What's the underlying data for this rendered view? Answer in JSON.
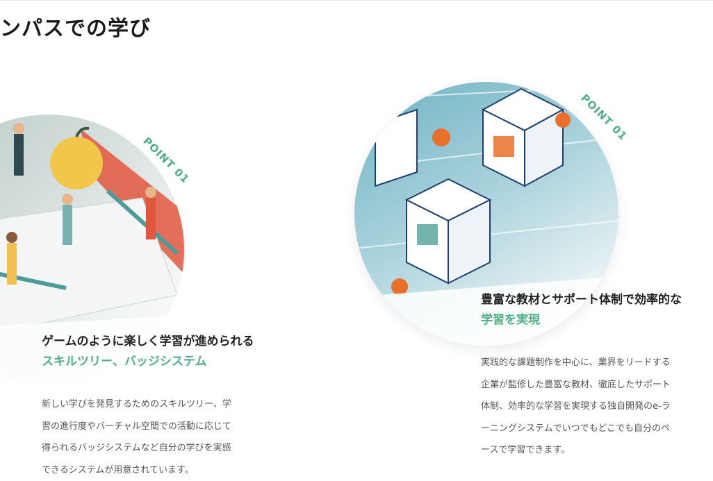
{
  "page_title": "ンパスでの学び",
  "cards": [
    {
      "point_label": "POINT 01",
      "heading": "ゲームのように楽しく学習が進められる",
      "heading_accent": "スキルツリー、バッジシステム",
      "body_lines": [
        "新しい学びを発見するためのスキルツリー、学",
        "習の進行度やバーチャル空間での活動に応じて",
        "得られるバッジシステムなど自分の学びを実感",
        "できるシステムが用意されています。"
      ]
    },
    {
      "point_label": "POINT 01",
      "heading": "豊富な教材とサポート体制で効率的な",
      "heading_accent": "学習を実現",
      "body_lines": [
        "実践的な課題制作を中心に、業界をリードする",
        "企業が監修した豊富な教材、徹底したサポート",
        "体制、効率的な学習を実現する独自開発のe-ラ",
        "ーニングシステムでいつでもどこでも自分のペ",
        "ースで学習できます。"
      ]
    }
  ],
  "colors": {
    "accent": "#4fae84"
  }
}
